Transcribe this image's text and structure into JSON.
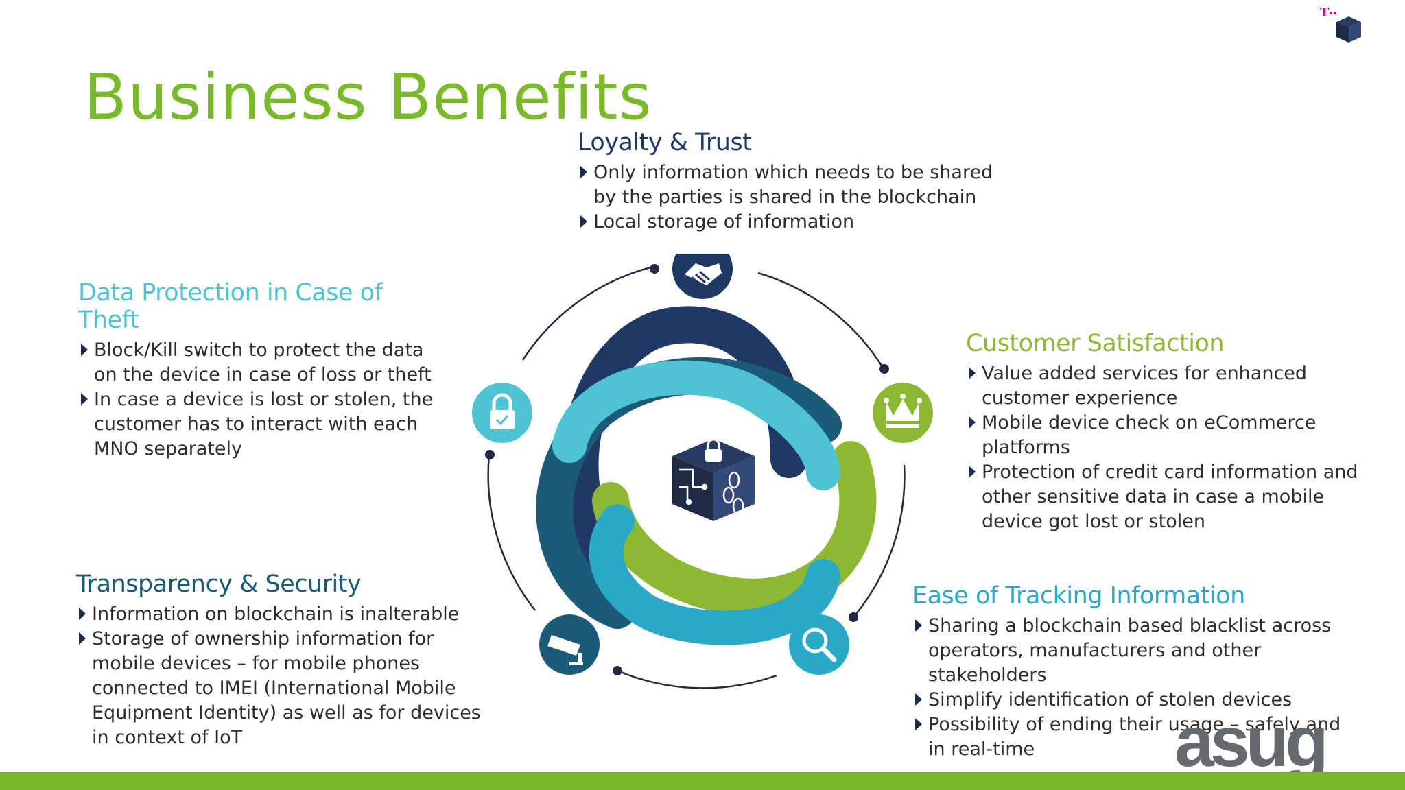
{
  "title": "Business Benefits",
  "sections": {
    "loyalty": {
      "heading": "Loyalty & Trust",
      "items": [
        "Only information which needs to be shared by the parties is shared in the blockchain",
        "Local storage of information"
      ]
    },
    "data_protection": {
      "heading": "Data Protection in Case of Theft",
      "items": [
        "Block/Kill switch to protect the data on the device in case of loss or theft",
        "In case a device is lost or stolen, the customer has to interact with each MNO separately"
      ]
    },
    "customer_satisfaction": {
      "heading": "Customer Satisfaction",
      "items": [
        "Value added services for enhanced customer experience",
        "Mobile device check on eCommerce platforms",
        "Protection of credit card information and other sensitive data in case a mobile device got lost or stolen"
      ]
    },
    "transparency": {
      "heading": "Transparency & Security",
      "items": [
        "Information on blockchain is inalterable",
        "Storage of ownership information for mobile devices – for mobile phones connected to IMEI (International Mobile Equipment Identity) as well as for devices in context of IoT"
      ]
    },
    "tracking": {
      "heading": "Ease of Tracking Information",
      "items": [
        "Sharing a blockchain based blacklist across operators, manufacturers and other stakeholders",
        "Simplify identification of stolen devices",
        "Possibility of ending their usage – safely and in real-time"
      ]
    }
  },
  "icons": [
    "handshake-icon",
    "crown-icon",
    "search-icon",
    "camera-icon",
    "lock-icon",
    "blockchain-cube-icon"
  ],
  "colors": {
    "title_green": "#7ab929",
    "navy": "#1f3864",
    "teal": "#4ec3d3",
    "cyan": "#2aa8c8",
    "lime": "#8db832",
    "dark_teal": "#1b5b78",
    "asug_gray": "#666a6e",
    "telekom_magenta": "#e20074"
  },
  "footer": {
    "brand": "asug"
  }
}
